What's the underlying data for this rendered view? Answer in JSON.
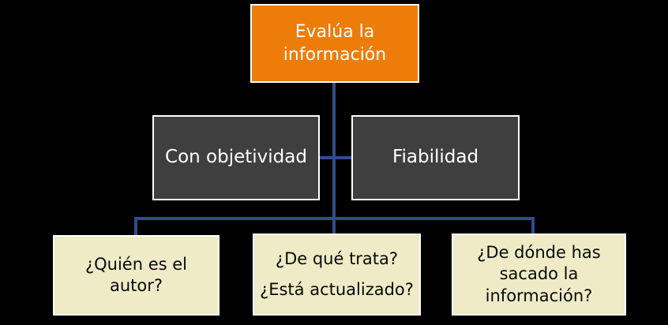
{
  "diagram": {
    "title": "Evalúa la información flowchart",
    "colors": {
      "background": "#000000",
      "root_fill": "#EE7C08",
      "level2_fill": "#3F3F3F",
      "level3_fill": "#EEEBC6",
      "connector": "#2F4D8C",
      "box_border": "#FFFFFF",
      "text_on_dark": "#FFFFFF",
      "text_on_light": "#0A0A0A"
    },
    "root": {
      "label": "Evalúa la información"
    },
    "level2": [
      {
        "label": "Con objetividad"
      },
      {
        "label": "Fiabilidad"
      }
    ],
    "level3": [
      {
        "lines": [
          "¿Quién es el autor?"
        ]
      },
      {
        "lines": [
          "¿De qué trata?",
          "¿Está actualizado?"
        ]
      },
      {
        "lines": [
          "¿De dónde has sacado la información?"
        ]
      }
    ]
  }
}
